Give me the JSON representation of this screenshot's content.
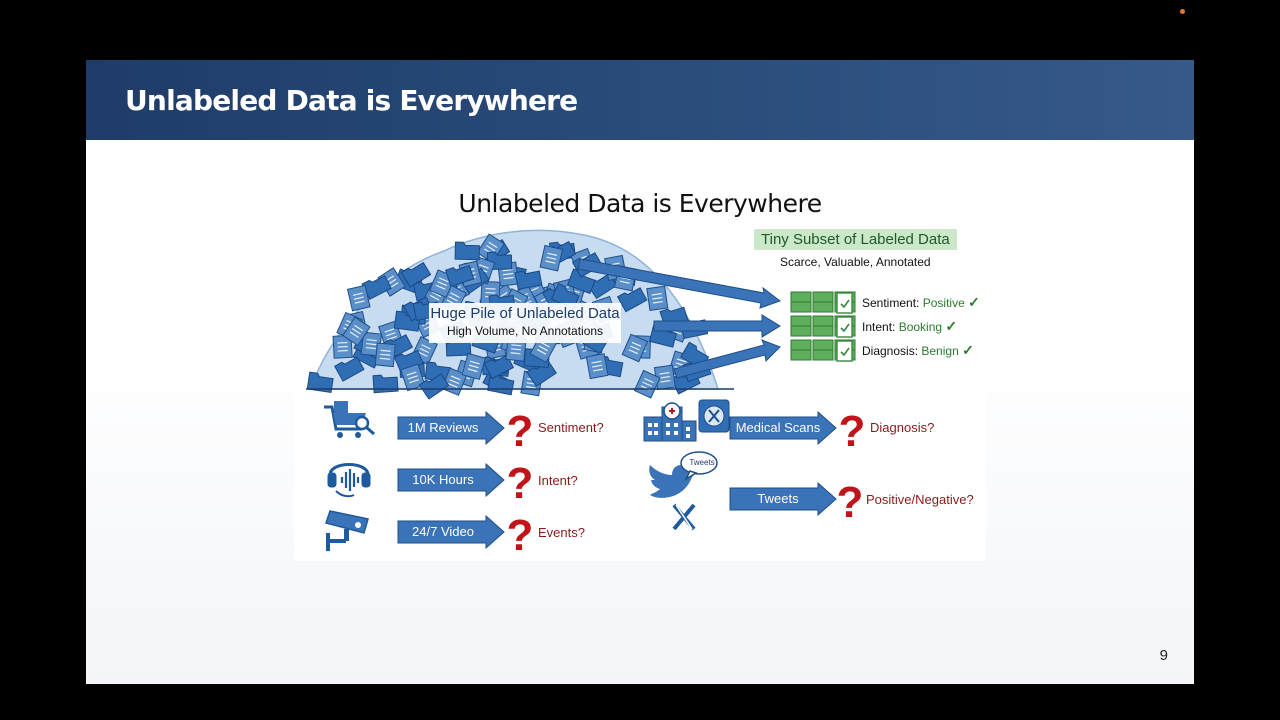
{
  "slide": {
    "title": "Unlabeled Data is Everywhere",
    "page_number": "9"
  },
  "infographic": {
    "title": "Unlabeled Data is Everywhere",
    "pile": {
      "title": "Huge Pile of Unlabeled Data",
      "subtitle": "High Volume, No Annotations"
    },
    "labeled": {
      "title": "Tiny Subset of Labeled Data",
      "subtitle": "Scarce, Valuable, Annotated",
      "annotations": [
        {
          "key": "Sentiment:",
          "value": "Positive",
          "check": "✓"
        },
        {
          "key": "Intent:",
          "value": "Booking",
          "check": "✓"
        },
        {
          "key": "Diagnosis:",
          "value": "Benign",
          "check": "✓"
        }
      ]
    },
    "sources": [
      {
        "icon": "shopping-cart-icon",
        "label": "1M Reviews",
        "question": "Sentiment?"
      },
      {
        "icon": "headset-icon",
        "label": "10K Hours",
        "question": "Intent?"
      },
      {
        "icon": "security-camera-icon",
        "label": "24/7 Video",
        "question": "Events?"
      },
      {
        "icon": "hospital-icon",
        "label": "Medical Scans",
        "question": "Diagnosis?"
      },
      {
        "icon": "twitter-bird-icon",
        "label": "Tweets",
        "question": "Positive/Negative?",
        "bubble": "Tweets"
      }
    ],
    "colors": {
      "header": "#1f3c68",
      "arrow_blue": "#3a73b8",
      "question_red": "#c0141a",
      "question_text": "#8a1a1a",
      "labeled_green": "#2b7a2f",
      "label_bg": "#cbe8c8"
    }
  }
}
